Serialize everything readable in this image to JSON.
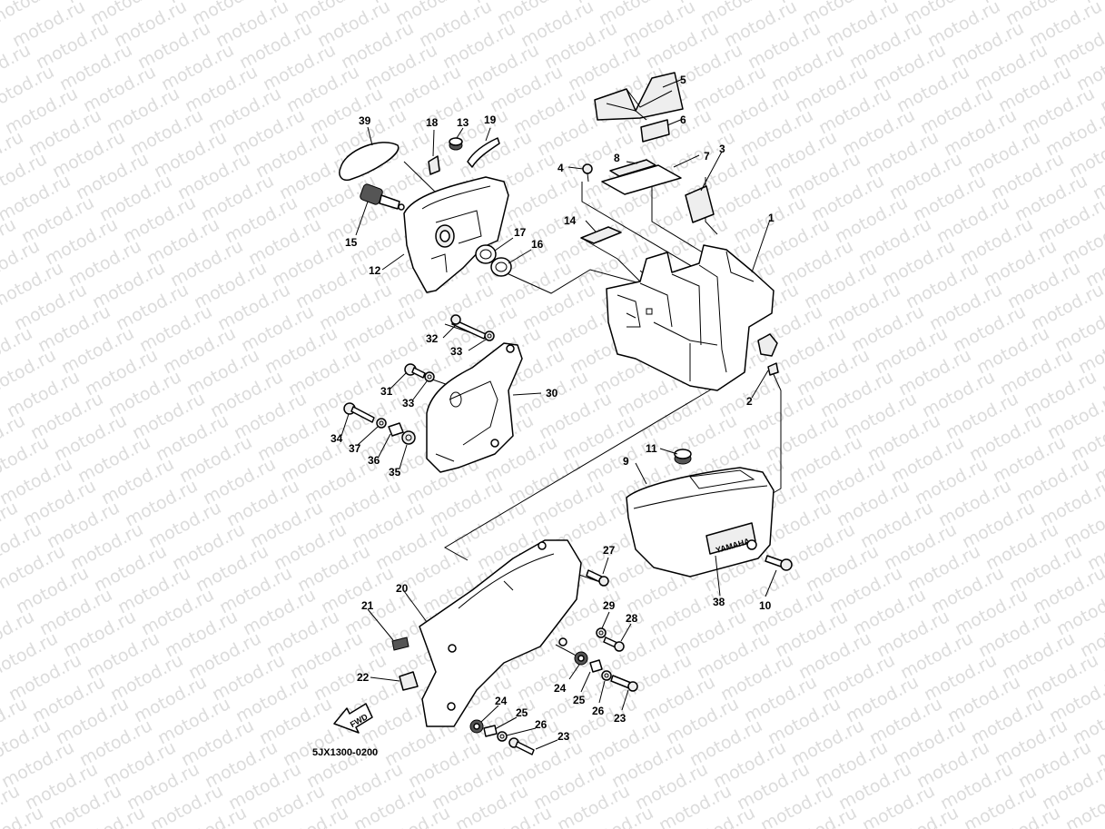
{
  "watermark": {
    "text": "motod.ru"
  },
  "diagram_code": "5JX1300-0200",
  "fwd_label": "FWD",
  "brand_label": "YAMAHA",
  "callouts": {
    "p1": "1",
    "p2": "2",
    "p3": "3",
    "p4": "4",
    "p5": "5",
    "p6": "6",
    "p7": "7",
    "p8": "8",
    "p9": "9",
    "p10": "10",
    "p11": "11",
    "p12": "12",
    "p13": "13",
    "p14": "14",
    "p15": "15",
    "p16": "16",
    "p17": "17",
    "p18": "18",
    "p19": "19",
    "p20": "20",
    "p21": "21",
    "p22": "22",
    "p23a": "23",
    "p23b": "23",
    "p24a": "24",
    "p24b": "24",
    "p25a": "25",
    "p25b": "25",
    "p26a": "26",
    "p26b": "26",
    "p27": "27",
    "p28": "28",
    "p29": "29",
    "p30": "30",
    "p31": "31",
    "p32": "32",
    "p33a": "33",
    "p33b": "33",
    "p34": "34",
    "p35": "35",
    "p36": "36",
    "p37": "37",
    "p38": "38",
    "p39": "39"
  }
}
